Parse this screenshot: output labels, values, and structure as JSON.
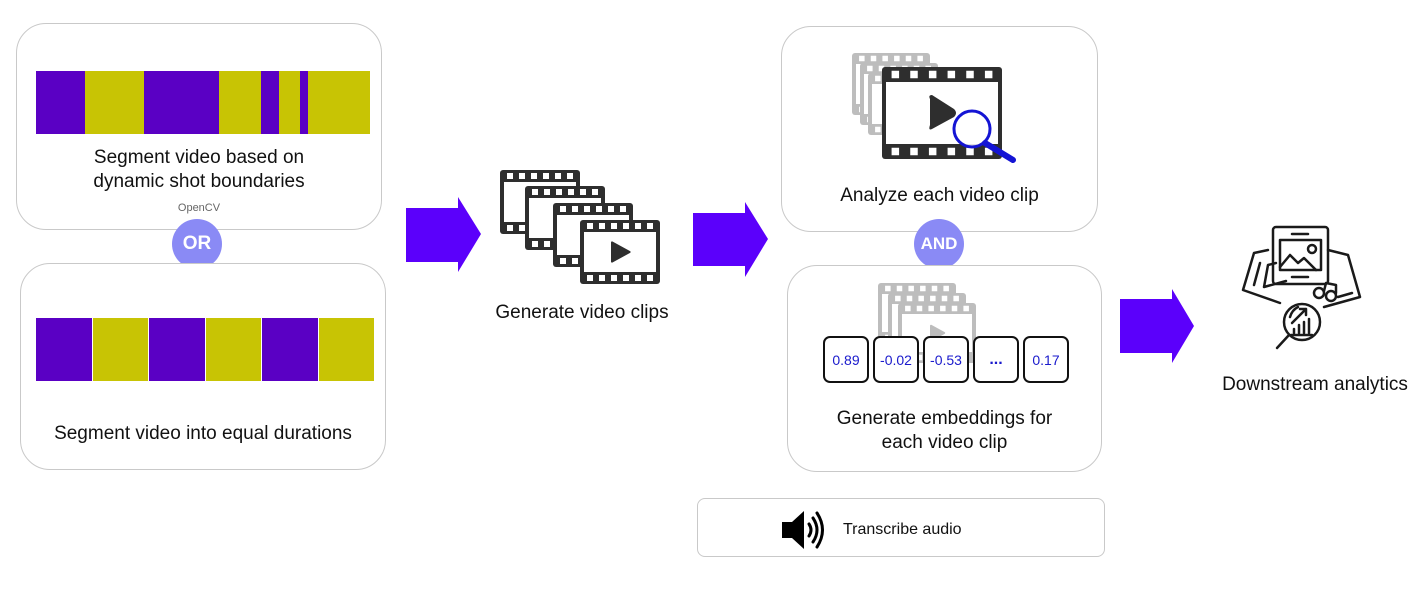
{
  "colors": {
    "segment_a": "#5a00c4",
    "segment_b": "#c8c404",
    "arrow": "#5b00fb",
    "connector": "#8a8af5",
    "icon_dark": "#2e2e2e",
    "icon_faded": "#bdbdbd",
    "magnifier": "#1414d4",
    "embedding_text": "#1a1acc"
  },
  "segmentation": {
    "dynamic": {
      "label": "Segment video based on dynamic shot boundaries",
      "label_line1": "Segment video based on",
      "label_line2": "dynamic shot boundaries",
      "tool": "OpenCV",
      "segments": [
        {
          "type": "a",
          "share": 0.147
        },
        {
          "type": "b",
          "share": 0.177
        },
        {
          "type": "a",
          "share": 0.224
        },
        {
          "type": "b",
          "share": 0.126
        },
        {
          "type": "a",
          "share": 0.054
        },
        {
          "type": "b",
          "share": 0.063
        },
        {
          "type": "a",
          "share": 0.024
        },
        {
          "type": "b",
          "share": 0.185
        }
      ]
    },
    "connector": "OR",
    "equal": {
      "label": "Segment video into equal durations",
      "segments": [
        {
          "type": "a",
          "share": 0.1667
        },
        {
          "type": "b",
          "share": 0.1667
        },
        {
          "type": "a",
          "share": 0.1667
        },
        {
          "type": "b",
          "share": 0.1667
        },
        {
          "type": "a",
          "share": 0.1667
        },
        {
          "type": "b",
          "share": 0.1667
        }
      ]
    }
  },
  "clips": {
    "label": "Generate video clips",
    "icon": "film-strip-stack-icon"
  },
  "analysis": {
    "analyze_label": "Analyze each video clip",
    "analyze_icon": "video-magnifier-icon",
    "connector": "AND",
    "embeddings_label_line1": "Generate embeddings for",
    "embeddings_label_line2": "each video clip",
    "embedding_values": [
      "0.89",
      "-0.02",
      "-0.53",
      "...",
      "0.17"
    ]
  },
  "audio": {
    "label": "Transcribe audio",
    "icon": "speaker-icon"
  },
  "downstream": {
    "label": "Downstream analytics",
    "icon": "media-analytics-icon"
  }
}
